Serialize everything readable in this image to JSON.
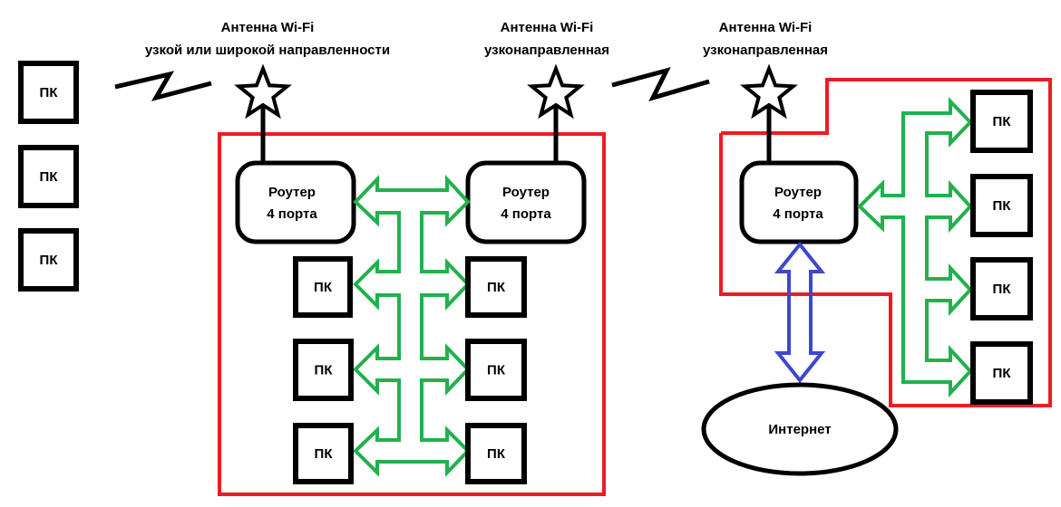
{
  "diagram": {
    "antennas": [
      {
        "line1": "Антенна Wi-Fi",
        "line2": "узкой или широкой направленности"
      },
      {
        "line1": "Антенна Wi-Fi",
        "line2": "узконаправленная"
      },
      {
        "line1": "Антенна Wi-Fi",
        "line2": "узконаправленная"
      }
    ],
    "router": {
      "line1": "Роутер",
      "line2": "4 порта"
    },
    "pc_label": "ПК",
    "internet_label": "Интернет",
    "colors": {
      "zone": "#ed1c24",
      "lan": "#22b14c",
      "wan": "#3f48cc",
      "stroke": "#000000"
    }
  }
}
